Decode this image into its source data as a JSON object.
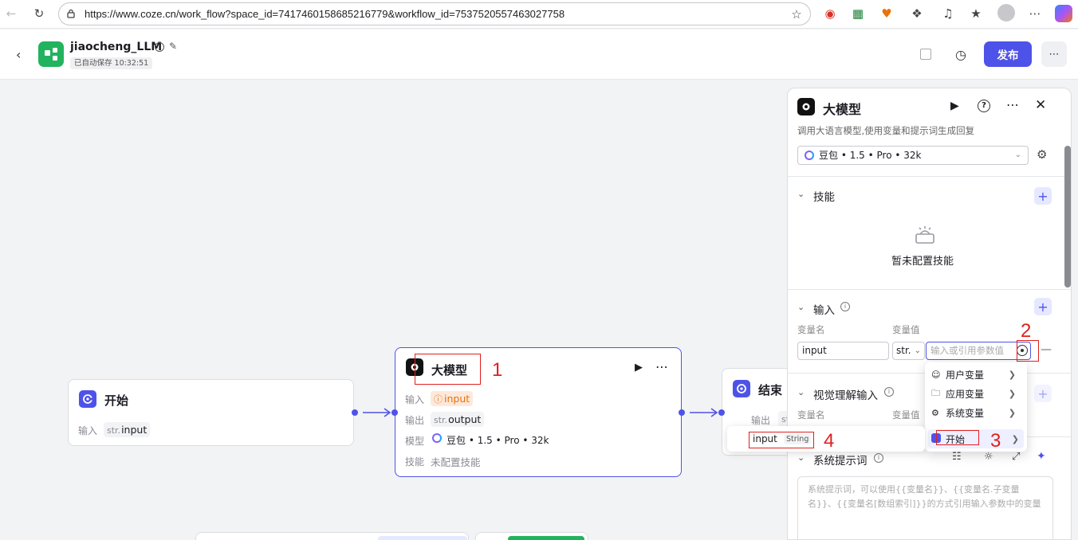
{
  "browser": {
    "url": "https://www.coze.cn/work_flow?space_id=7417460158685216779&workflow_id=7537520557463027758"
  },
  "header": {
    "title": "jiaocheng_LLM",
    "autosave": "已自动保存 10:32:51",
    "publish_label": "发布"
  },
  "nodes": {
    "start": {
      "title": "开始",
      "input_label": "输入",
      "input_type": "str.",
      "input_name": "input"
    },
    "llm": {
      "title": "大模型",
      "input_label": "输入",
      "input_value": "input",
      "output_label": "输出",
      "output_type": "str.",
      "output_value": "output",
      "model_label": "模型",
      "model_value": "豆包 • 1.5 • Pro • 32k",
      "skill_label": "技能",
      "skill_value": "未配置技能"
    },
    "end": {
      "title": "结束",
      "output_label": "输出",
      "output_type": "str"
    }
  },
  "annotations": [
    "1",
    "2",
    "3",
    "4"
  ],
  "panel": {
    "title": "大模型",
    "description": "调用大语言模型,使用变量和提示词生成回复",
    "model": "豆包 • 1.5 • Pro • 32k",
    "skills_label": "技能",
    "skills_empty": "暂未配置技能",
    "input_label": "输入",
    "var_name_header": "变量名",
    "var_value_header": "变量值",
    "var_name_value": "input",
    "var_type": "str.",
    "value_placeholder": "输入或引用参数值",
    "vision_label": "视觉理解输入",
    "vision_var_name": "变量名",
    "vision_var_value": "变量值",
    "system_prompt_label": "系统提示词",
    "system_prompt_placeholder": "系统提示词，可以使用{{变量名}}、{{变量名.子变量名}}、{{变量名[数组索引]}}的方式引用输入参数中的变量"
  },
  "menu": {
    "items": [
      "用户变量",
      "应用变量",
      "系统变量",
      "开始"
    ]
  },
  "submenu": {
    "name": "input",
    "type": "String"
  },
  "colors": {
    "accent": "#4d53e8",
    "annotation": "#e02020",
    "logo": "#22b35e"
  }
}
